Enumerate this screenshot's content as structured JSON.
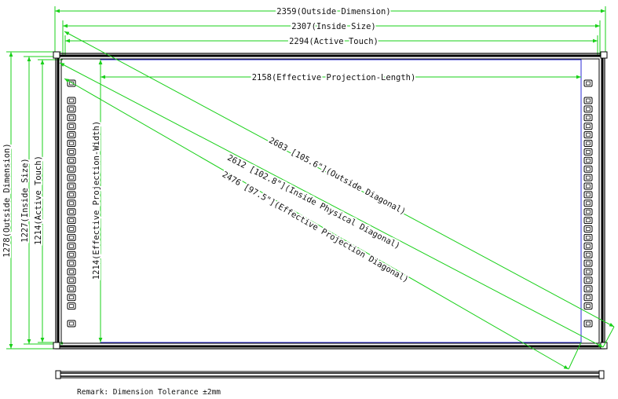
{
  "dimensions": {
    "outside_width": "2359(Outside Dimension)",
    "inside_width": "2307(Inside Size)",
    "active_width": "2294(Active Touch)",
    "projection_length": "2158(Effective Projection-Length)",
    "outside_height": "1278(Outside Dimension)",
    "inside_height": "1227(Inside Size)",
    "active_height": "1214(Active Touch)",
    "projection_width": "1214(Effective Projection-Width)",
    "outside_diagonal": "2683 [105.6\"](Outside Diagonal)",
    "inside_diagonal": "2612 [102.8\"](Inside Physical Diagonal)",
    "projection_diagonal": "2476 [97.5\"](Effective Projection Diagonal)"
  },
  "remark": "Remark: Dimension Tolerance ±2mm",
  "colors": {
    "dimension_line": "#18d018",
    "projection_area": "#2b2bd6",
    "frame": "#000000"
  }
}
